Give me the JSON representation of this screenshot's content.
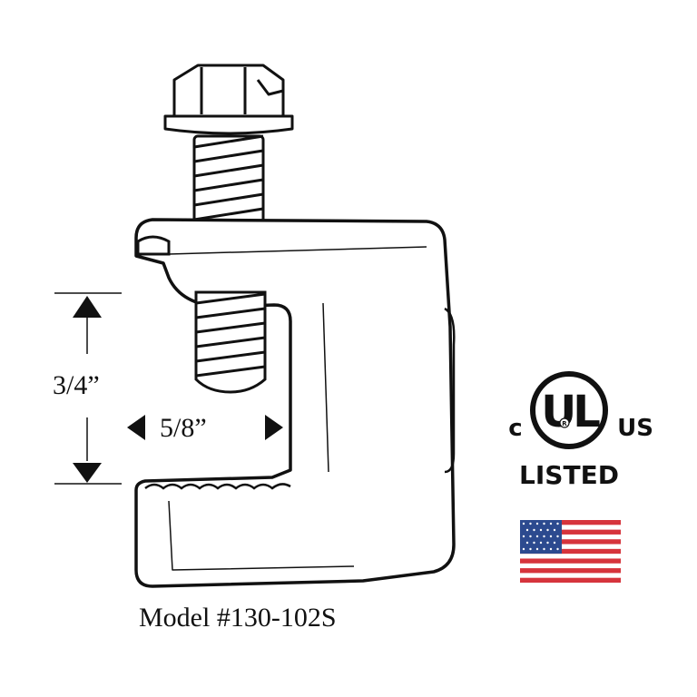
{
  "dimensions": {
    "height_label": "3/4”",
    "width_label": "5/8”"
  },
  "model_label": "Model #130-102S",
  "certification": {
    "mark": "UL",
    "prefix": "c",
    "suffix": "US",
    "status": "LISTED",
    "registered": "R"
  },
  "colors": {
    "outline": "#111111",
    "flag_red": "#d6343c",
    "flag_blue": "#2c4a8f",
    "flag_white": "#ffffff"
  },
  "icons": {
    "flag": "us-flag-icon",
    "cert": "ul-listed-logo"
  }
}
